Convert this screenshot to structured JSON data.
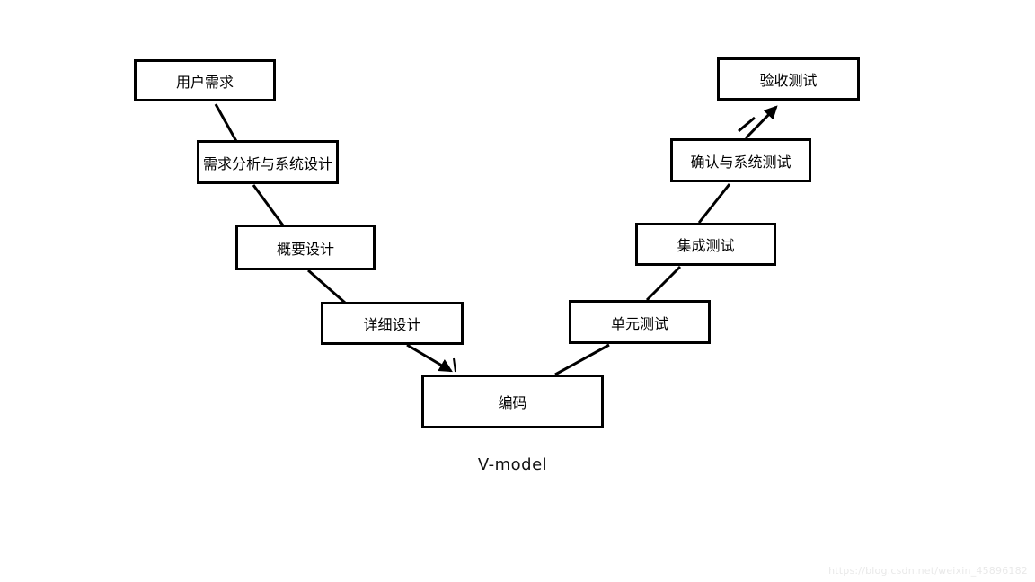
{
  "diagram": {
    "caption": "V-model",
    "watermark": "https://blog.csdn.net/weixin_45896182",
    "nodes": {
      "user_requirements": "用户需求",
      "requirements_analysis": "需求分析与系统设计",
      "high_level_design": "概要设计",
      "detailed_design": "详细设计",
      "coding": "编码",
      "unit_testing": "单元测试",
      "integration_testing": "集成测试",
      "validation_system_testing": "确认与系统测试",
      "acceptance_testing": "验收测试"
    },
    "colors": {
      "box_border": "#000000",
      "box_fill": "#ffffff",
      "line": "#000000",
      "watermark": "#e9e9e9"
    }
  }
}
